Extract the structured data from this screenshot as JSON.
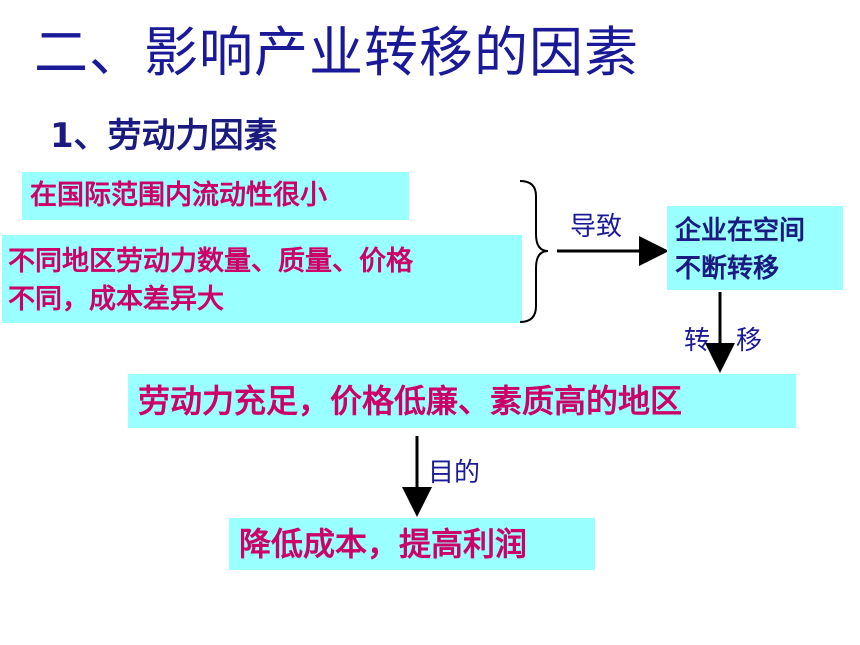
{
  "title": "二、影响产业转移的因素",
  "subtitle": "1、劳动力因素",
  "factors": [
    "在国际范围内流动性很小",
    "不同地区劳动力数量、质量、价格不同，成本差异大"
  ],
  "factor_lines": [
    "不同地区劳动力数量、质量、价格",
    "不同，成本差异大"
  ],
  "arrow_label_cause": "导致",
  "result_lines": [
    "企业在空间",
    "不断转移"
  ],
  "arrow_label_move": [
    "转",
    "移"
  ],
  "destination": "劳动力充足，价格低廉、素质高的地区",
  "arrow_label_purpose": "目的",
  "goal": "降低成本，提高利润",
  "colors": {
    "title": "#1a1a99",
    "highlight": "#99ffff",
    "emphasis": "#cc0066"
  }
}
